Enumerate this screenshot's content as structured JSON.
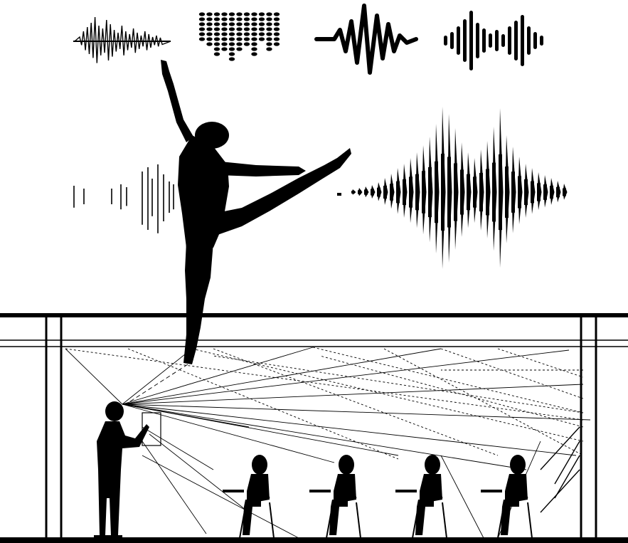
{
  "illustration": {
    "ink_color": "#000000",
    "paper_color": "#ffffff",
    "waveform_icons": [
      "noisy-waveform-icon",
      "dotted-bars-waveform-icon",
      "wiggle-waveform-icon",
      "bar-burst-waveform-icon"
    ],
    "figures": {
      "dancer": "ballet-dancer-arabesque",
      "lecturer": "standing-lecturer",
      "students": 4
    }
  }
}
